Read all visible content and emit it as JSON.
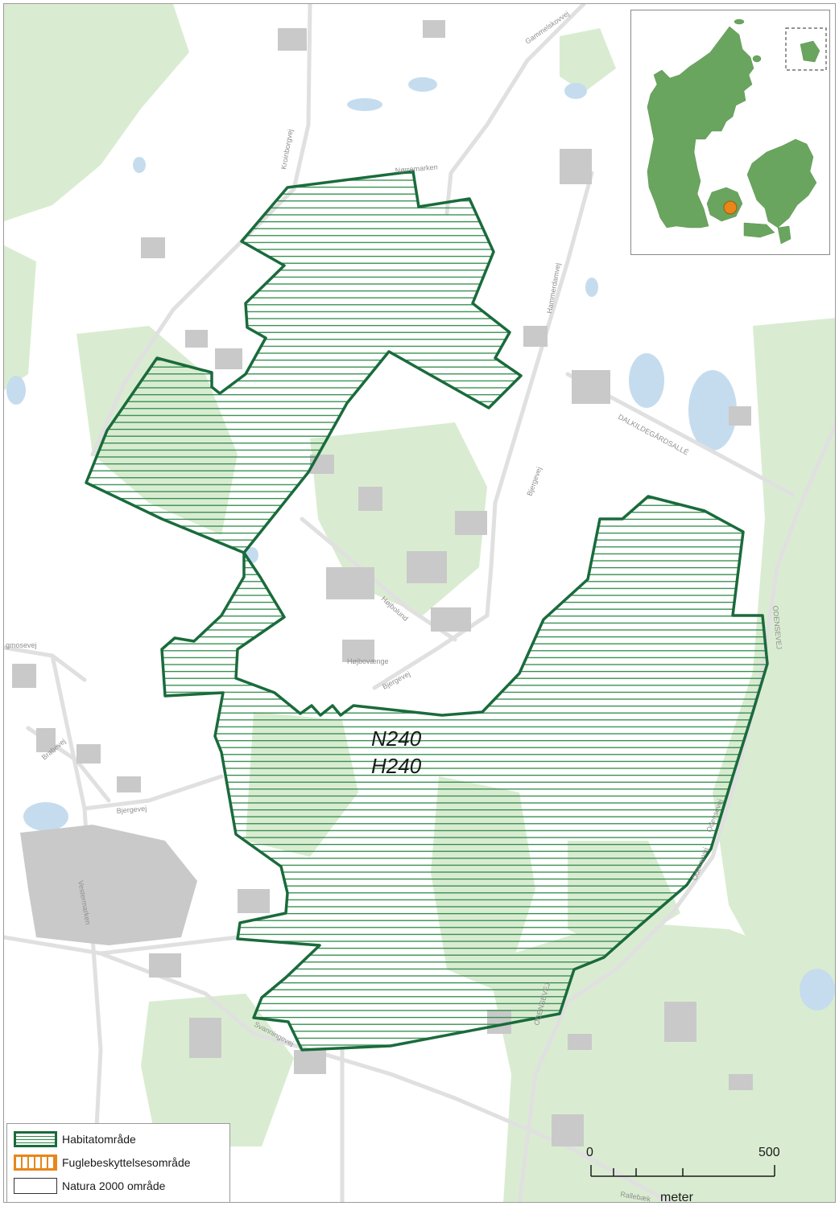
{
  "area": {
    "code_n": "N240",
    "code_h": "H240"
  },
  "roads": {
    "gammelskov": "Gammelskovvej",
    "kroinborg": "Kroinborgvej",
    "norremarken": "Nørremarken",
    "hammerdam": "Hammerdamvej",
    "dalkilde": "DALKILDEGÅRDSALLÉ",
    "bjerge1": "Bjergevej",
    "bjerge2": "Bjergevej",
    "bjerge3": "Bjergevej",
    "hojbolund": "Højbolund",
    "hojbovaenge": "Højbovænge",
    "engmose": "gmosevej",
    "brahe": "Brahevej",
    "vester": "Vestermarken",
    "svanninge": "Svanningevej",
    "odense1": "ODENSEVEJ",
    "odense2": "Odensevej",
    "odense3": "Odensevej",
    "odense4": "ODENSEVEJ",
    "ralle": "Rallebæk"
  },
  "legend": {
    "items": [
      {
        "label": "Habitatområde"
      },
      {
        "label": "Fuglebeskyttelsesområde"
      },
      {
        "label": "Natura 2000 område"
      }
    ]
  },
  "scale": {
    "start": "0",
    "end": "500",
    "unit": "meter"
  },
  "colors": {
    "habitat_border": "#1a6b3c",
    "habitat_hatch": "#2e8b4a",
    "forest": "#d9ecd1",
    "water": "#c5dcef",
    "road": "#e0e0e0",
    "building": "#c9c9c9",
    "denmark_land": "#6aa55f",
    "site_marker": "#e8861a"
  }
}
